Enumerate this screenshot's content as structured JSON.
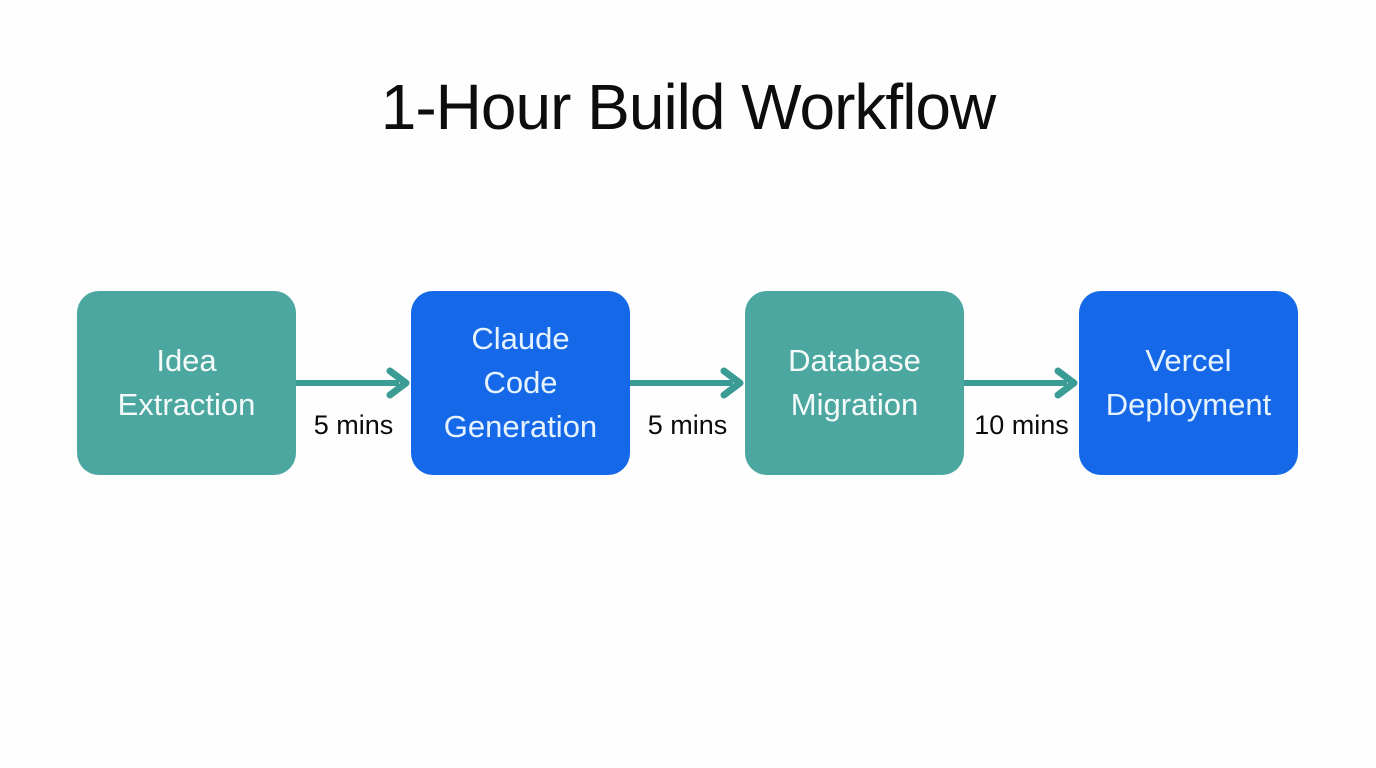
{
  "title": "1-Hour Build Workflow",
  "colors": {
    "background": "#FEFEFE",
    "teal": "#4BA79F",
    "blue": "#1569E8",
    "arrow": "#3B9C95",
    "node_text_teal": "#F4FAF9",
    "node_text_blue": "#E6F3FF",
    "label_text": "#0B0B0B"
  },
  "nodes": [
    {
      "label": "Idea\nExtraction",
      "color": "teal"
    },
    {
      "label": "Claude\nCode\nGeneration",
      "color": "blue"
    },
    {
      "label": "Database\nMigration",
      "color": "teal"
    },
    {
      "label": "Vercel\nDeployment",
      "color": "blue"
    }
  ],
  "edges": [
    {
      "duration": "5 mins"
    },
    {
      "duration": "5 mins"
    },
    {
      "duration": "10 mins"
    }
  ]
}
